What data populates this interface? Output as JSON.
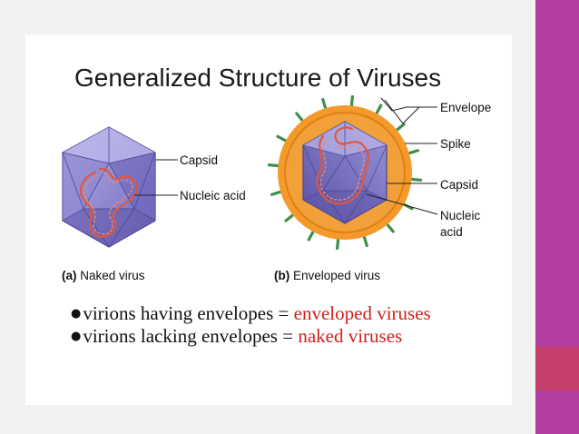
{
  "slide": {
    "title": "Generalized Structure of Viruses"
  },
  "panel_a": {
    "tag": "(a)",
    "caption": " Naked virus",
    "labels": {
      "capsid": "Capsid",
      "nucleic_acid": "Nucleic acid"
    }
  },
  "panel_b": {
    "tag": "(b)",
    "caption": " Enveloped virus",
    "labels": {
      "envelope": "Envelope",
      "spike": "Spike",
      "capsid": "Capsid",
      "nucleic_line1": "Nucleic",
      "nucleic_line2": "acid"
    }
  },
  "bullets": [
    {
      "marker": "●",
      "text": "virions having envelopes = ",
      "highlight": "enveloped viruses"
    },
    {
      "marker": "●",
      "text": "virions lacking envelopes = ",
      "highlight": "naked viruses"
    }
  ],
  "colors": {
    "capsid_face": "#7b73c6",
    "capsid_light": "#a9a3dd",
    "capsid_dark": "#5a52a6",
    "rna": "#e2573d",
    "envelope": "#f39a2b",
    "spike": "#3f8f4a",
    "highlight_text": "#d0211c",
    "side_band": "#b63ea0",
    "side_band_accent": "#c4406b"
  }
}
